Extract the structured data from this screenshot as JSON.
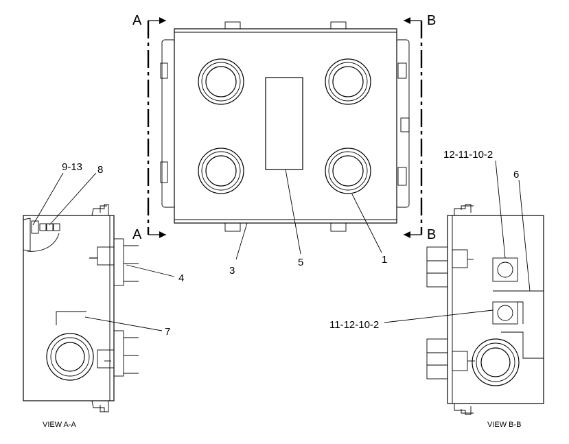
{
  "section_markers": {
    "a_top": "A",
    "a_bottom": "A",
    "b_top": "B",
    "b_bottom": "B"
  },
  "callouts": {
    "c1": "1",
    "c3": "3",
    "c4": "4",
    "c5": "5",
    "c6": "6",
    "c7": "7",
    "c8": "8",
    "c9_13": "9-13",
    "c12_11": "12-11-10-2",
    "c11_12": "11-12-10-2"
  },
  "captions": {
    "view_aa": "VIEW A-A",
    "view_bb": "VIEW B-B"
  }
}
